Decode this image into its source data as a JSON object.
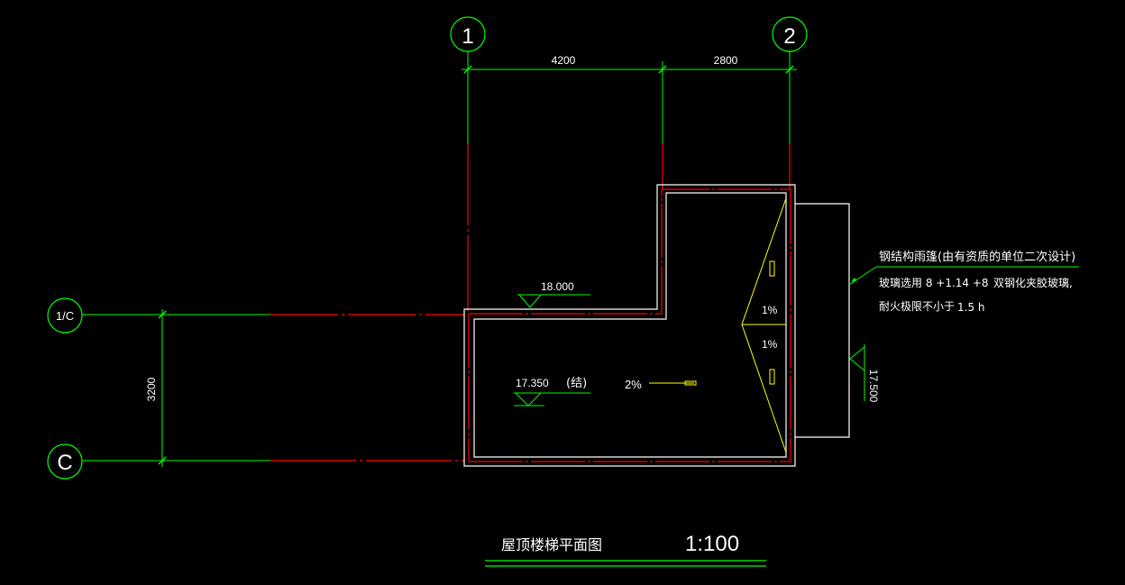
{
  "grid": {
    "axis_1": "1",
    "axis_2": "2",
    "axis_1C": "1/C",
    "axis_C": "C"
  },
  "dimensions": {
    "span_1": "4200",
    "span_2": "2800",
    "span_vertical": "3200"
  },
  "levels": {
    "top": "18.000",
    "roof": "17.350",
    "roof_note": "(结)",
    "canopy": "17.500"
  },
  "slopes": {
    "main": "2%",
    "gutter_upper": "1%",
    "gutter_lower": "1%"
  },
  "note": {
    "line1": "钢结构雨篷(由有资质的单位二次设计)",
    "line2_a": "玻璃选用  8 +1.14 +8",
    "line2_b": "双钢化夹胶玻璃,",
    "line3_a": "耐火极限不小于",
    "line3_b": "1.5 h"
  },
  "title": {
    "name": "屋顶楼梯平面图",
    "scale": "1:100"
  },
  "colors": {
    "background": "#000000",
    "green": "#00ff00",
    "red": "#ff0000",
    "white": "#ffffff",
    "yellow": "#ffff00"
  }
}
